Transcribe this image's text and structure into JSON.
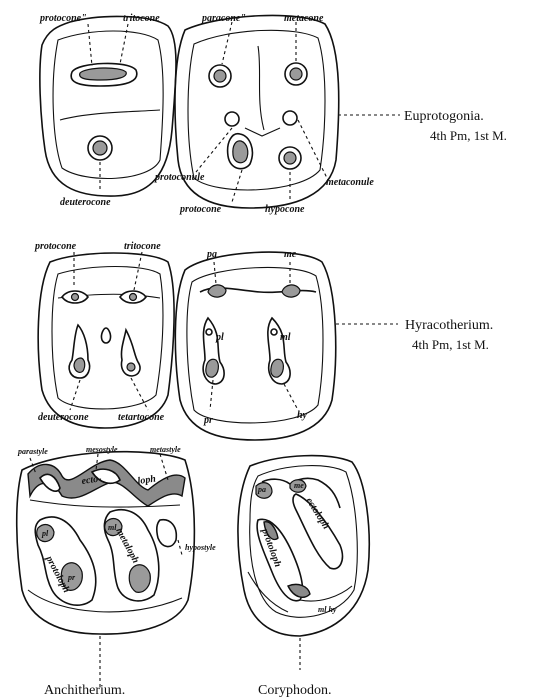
{
  "figure": {
    "eup": {
      "label_protocone_top": "protocone\"",
      "label_tritocone": "tritocone",
      "label_paracone": "paracone\"",
      "label_metacone": "metacone",
      "label_deuterocone": "deuterocone",
      "label_protoconule": "protoconule",
      "label_metaconule": "metaconule",
      "label_protocone": "protocone",
      "label_hypocone": "hypocone",
      "caption_name": "Euprotogonia.",
      "caption_teeth": "4th Pm, 1st M."
    },
    "hyr": {
      "label_protocone": "protocone",
      "label_tritocone": "tritocone",
      "label_pa": "pa",
      "label_me": "me",
      "label_pl": "pl",
      "label_ml": "ml",
      "label_deuterocone": "deuterocone",
      "label_tetartocone": "tetartocone",
      "label_pr": "pr",
      "label_hy": "hy",
      "caption_name": "Hyracotherium.",
      "caption_teeth": "4th Pm, 1st M."
    },
    "anc": {
      "label_parastyle": "parastyle",
      "label_mesostyle": "mesostyle",
      "label_metastyle": "metastyle",
      "label_ecto": "ecto-",
      "label_loph": "loph",
      "label_metaloph": "metaloph",
      "label_protoloph": "protoloph",
      "label_hypostyle": "hypostyle",
      "label_pl": "pl",
      "label_pr": "pr",
      "label_ml": "ml",
      "caption": "Anchitherium."
    },
    "cor": {
      "label_pa": "pa",
      "label_me": "me",
      "label_ectoloph": "ectoloph",
      "label_protoloph": "protoloph",
      "label_ml_hy": "ml hy",
      "caption": "Coryphodon."
    }
  }
}
